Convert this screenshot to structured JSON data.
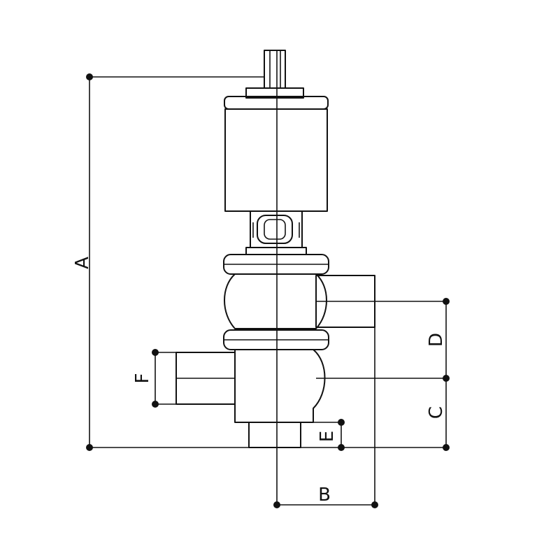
{
  "diagram": {
    "dimensions": {
      "A": "A",
      "B": "B",
      "C": "C",
      "D": "D",
      "E": "E",
      "F": "F"
    },
    "colors": {
      "line": "#111111",
      "background": "#ffffff"
    }
  }
}
